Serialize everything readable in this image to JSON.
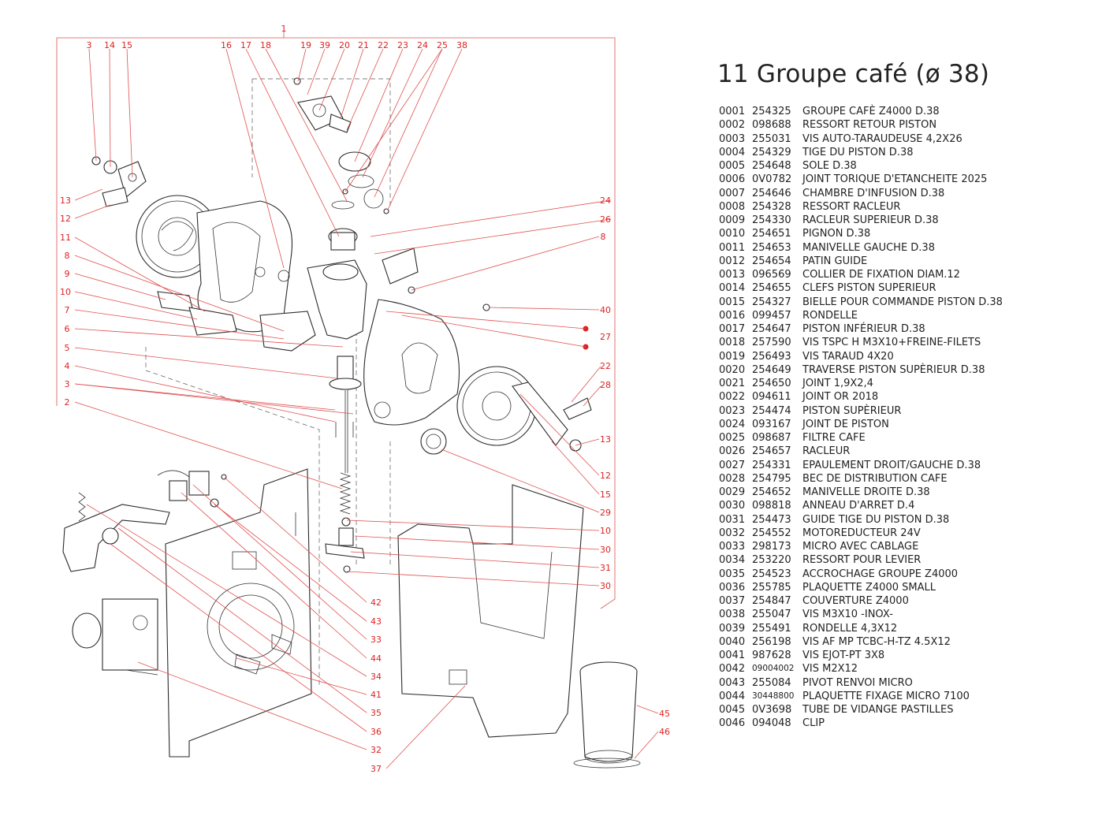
{
  "page_title": "11 Groupe café (ø 38)",
  "callouts": {
    "top": [
      "1",
      "3",
      "14",
      "15",
      "16",
      "17",
      "18",
      "19",
      "39",
      "20",
      "21",
      "22",
      "23",
      "24",
      "25",
      "38"
    ],
    "left": [
      "13",
      "12",
      "11",
      "8",
      "9",
      "10",
      "7",
      "6",
      "5",
      "4",
      "3",
      "2"
    ],
    "right": [
      "24",
      "26",
      "8",
      "40",
      "27",
      "22",
      "28",
      "13",
      "12",
      "15",
      "29",
      "10",
      "30",
      "31",
      "30"
    ],
    "bottom": [
      "42",
      "43",
      "33",
      "44",
      "34",
      "41",
      "35",
      "36",
      "32",
      "37",
      "45",
      "46"
    ]
  },
  "parts": [
    {
      "no": "0001",
      "ref": "254325",
      "desc": "GROUPE CAFÈ Z4000 D.38"
    },
    {
      "no": "0002",
      "ref": "098688",
      "desc": "RESSORT RETOUR PISTON"
    },
    {
      "no": "0003",
      "ref": "255031",
      "desc": "VIS AUTO-TARAUDEUSE 4,2X26"
    },
    {
      "no": "0004",
      "ref": "254329",
      "desc": "TIGE DU PISTON D.38"
    },
    {
      "no": "0005",
      "ref": "254648",
      "desc": "SOLE D.38"
    },
    {
      "no": "0006",
      "ref": "0V0782",
      "desc": "JOINT TORIQUE D'ETANCHEITE 2025"
    },
    {
      "no": "0007",
      "ref": "254646",
      "desc": "CHAMBRE D'INFUSION D.38"
    },
    {
      "no": "0008",
      "ref": "254328",
      "desc": "RESSORT RACLEUR"
    },
    {
      "no": "0009",
      "ref": "254330",
      "desc": "RACLEUR SUPERIEUR D.38"
    },
    {
      "no": "0010",
      "ref": "254651",
      "desc": "PIGNON D.38"
    },
    {
      "no": "0011",
      "ref": "254653",
      "desc": "MANIVELLE GAUCHE D.38"
    },
    {
      "no": "0012",
      "ref": "254654",
      "desc": "PATIN GUIDE"
    },
    {
      "no": "0013",
      "ref": "096569",
      "desc": "COLLIER DE FIXATION DIAM.12"
    },
    {
      "no": "0014",
      "ref": "254655",
      "desc": "CLEFS PISTON SUPERIEUR"
    },
    {
      "no": "0015",
      "ref": "254327",
      "desc": "BIELLE POUR COMMANDE PISTON D.38"
    },
    {
      "no": "0016",
      "ref": "099457",
      "desc": "RONDELLE"
    },
    {
      "no": "0017",
      "ref": "254647",
      "desc": "PISTON INFÉRIEUR D.38"
    },
    {
      "no": "0018",
      "ref": "257590",
      "desc": "VIS TSPC H M3X10+FREINE-FILETS"
    },
    {
      "no": "0019",
      "ref": "256493",
      "desc": "VIS TARAUD 4X20"
    },
    {
      "no": "0020",
      "ref": "254649",
      "desc": "TRAVERSE PISTON SUPÈRIEUR D.38"
    },
    {
      "no": "0021",
      "ref": "254650",
      "desc": "JOINT 1,9X2,4"
    },
    {
      "no": "0022",
      "ref": "094611",
      "desc": "JOINT OR 2018"
    },
    {
      "no": "0023",
      "ref": "254474",
      "desc": "PISTON SUPÈRIEUR"
    },
    {
      "no": "0024",
      "ref": "093167",
      "desc": "JOINT DE PISTON"
    },
    {
      "no": "0025",
      "ref": "098687",
      "desc": "FILTRE CAFE"
    },
    {
      "no": "0026",
      "ref": "254657",
      "desc": "RACLEUR"
    },
    {
      "no": "0027",
      "ref": "254331",
      "desc": "EPAULEMENT DROIT/GAUCHE D.38"
    },
    {
      "no": "0028",
      "ref": "254795",
      "desc": "BEC DE DISTRIBUTION CAFE"
    },
    {
      "no": "0029",
      "ref": "254652",
      "desc": "MANIVELLE DROITE D.38"
    },
    {
      "no": "0030",
      "ref": "098818",
      "desc": "ANNEAU D'ARRET D.4"
    },
    {
      "no": "0031",
      "ref": "254473",
      "desc": "GUIDE TIGE DU PISTON D.38"
    },
    {
      "no": "0032",
      "ref": "254552",
      "desc": "MOTOREDUCTEUR 24V"
    },
    {
      "no": "0033",
      "ref": "298173",
      "desc": "MICRO AVEC CABLAGE"
    },
    {
      "no": "0034",
      "ref": "253220",
      "desc": "RESSORT POUR LEVIER"
    },
    {
      "no": "0035",
      "ref": "254523",
      "desc": "ACCROCHAGE GROUPE Z4000"
    },
    {
      "no": "0036",
      "ref": "255785",
      "desc": "PLAQUETTE Z4000 SMALL"
    },
    {
      "no": "0037",
      "ref": "254847",
      "desc": "COUVERTURE Z4000"
    },
    {
      "no": "0038",
      "ref": "255047",
      "desc": "VIS M3X10 -INOX-"
    },
    {
      "no": "0039",
      "ref": "255491",
      "desc": "RONDELLE 4,3X12"
    },
    {
      "no": "0040",
      "ref": "256198",
      "desc": "VIS AF MP TCBC-H-TZ 4.5X12"
    },
    {
      "no": "0041",
      "ref": "987628",
      "desc": "VIS EJOT-PT 3X8"
    },
    {
      "no": "0042",
      "ref": "09004002",
      "desc": "VIS M2X12"
    },
    {
      "no": "0043",
      "ref": "255084",
      "desc": "PIVOT RENVOI MICRO"
    },
    {
      "no": "0044",
      "ref": "30448800",
      "desc": "PLAQUETTE FIXAGE MICRO 7100"
    },
    {
      "no": "0045",
      "ref": "0V3698",
      "desc": "TUBE DE VIDANGE PASTILLES"
    },
    {
      "no": "0046",
      "ref": "094048",
      "desc": "CLIP"
    }
  ]
}
